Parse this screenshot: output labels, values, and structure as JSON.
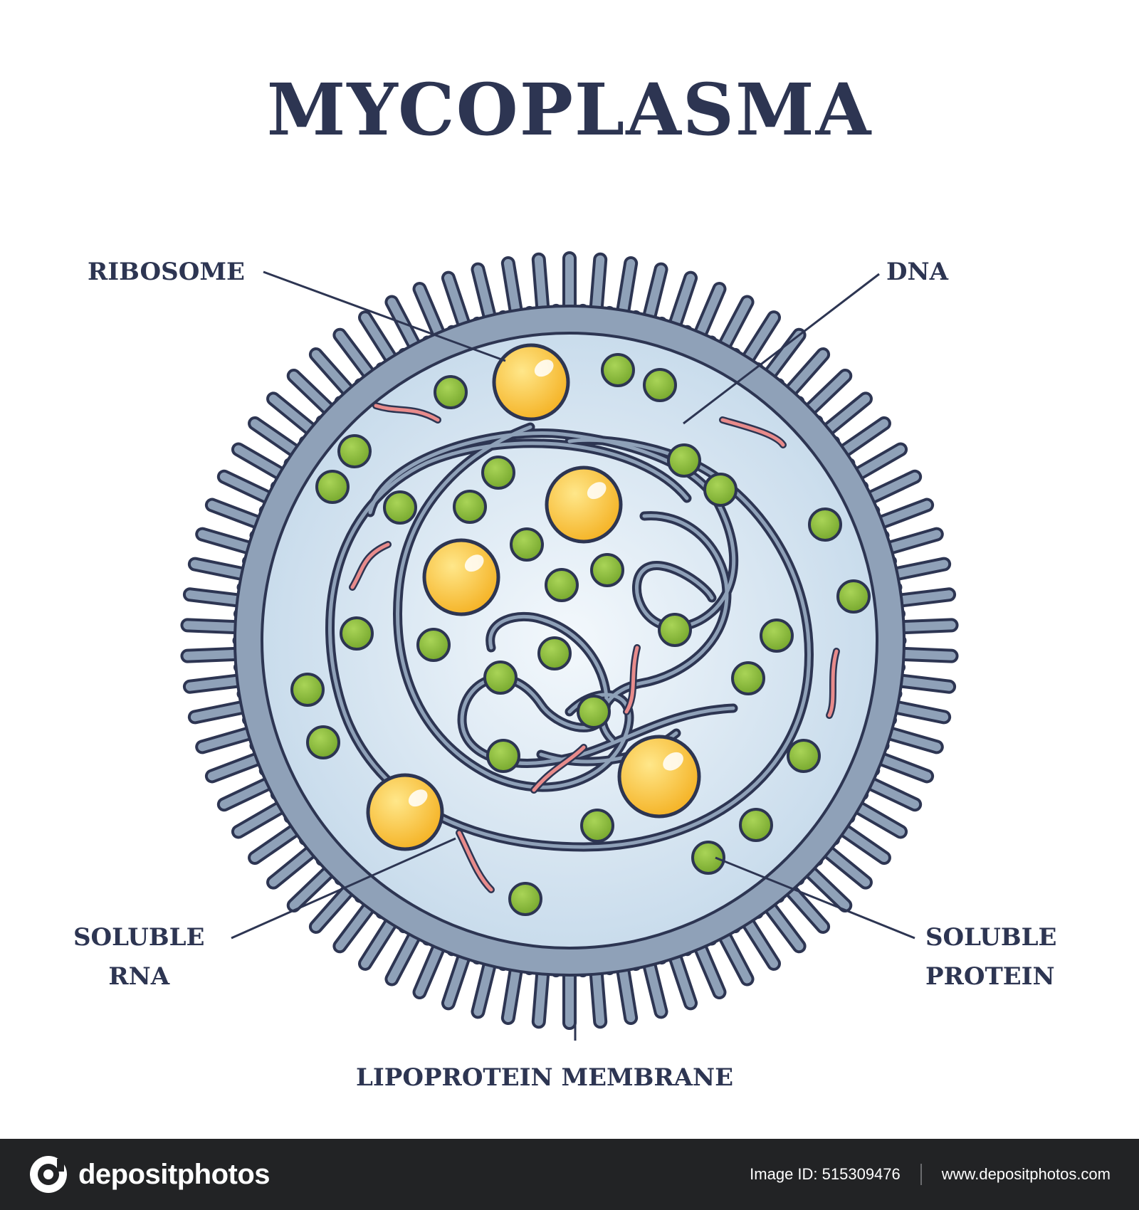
{
  "title": "MYCOPLASMA",
  "labels": {
    "ribosome": "RIBOSOME",
    "dna": "DNA",
    "soluble_rna": [
      "SOLUBLE",
      "RNA"
    ],
    "soluble_protein": [
      "SOLUBLE",
      "PROTEIN"
    ],
    "membrane": "LIPOPROTEIN MEMBRANE"
  },
  "footer": {
    "brand": "depositphotos",
    "image_id": "Image ID: 515309476",
    "url": "www.depositphotos.com"
  },
  "colors": {
    "ink": "#2d3552",
    "membrane": "#8fa1b8",
    "cytoplasm": "#d6e4f0",
    "ribosome": "#f9c43d",
    "protein": "#8dbc3e",
    "rna": "#e88b8b",
    "footer_bg": "#222325"
  },
  "icons": {
    "brand_logo": "depositphotos-logo-icon"
  }
}
